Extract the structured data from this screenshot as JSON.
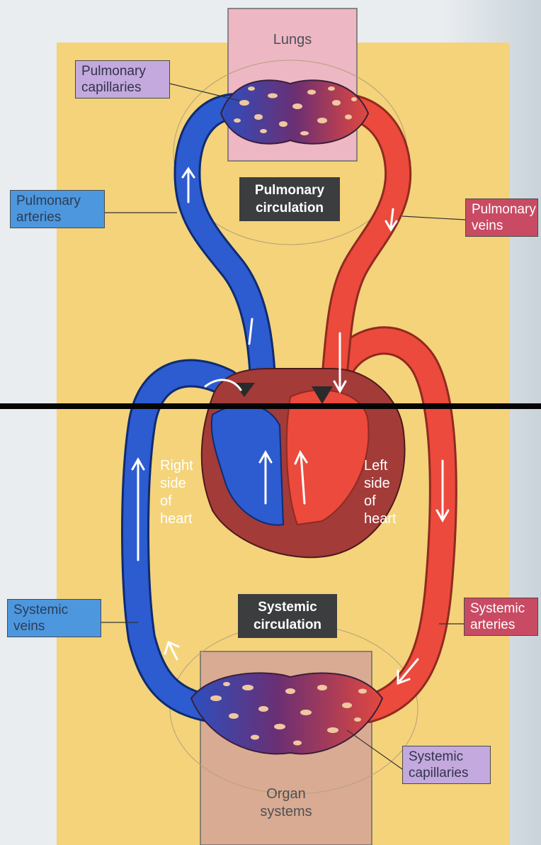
{
  "organs": {
    "top": [
      "Lungs"
    ],
    "bottom": [
      "Organ",
      "systems"
    ]
  },
  "circulations": {
    "pulmonary": [
      "Pulmonary",
      "circulation"
    ],
    "systemic": [
      "Systemic",
      "circulation"
    ]
  },
  "heart_sides": {
    "right": [
      "Right",
      "side",
      "of",
      "heart"
    ],
    "left": [
      "Left",
      "side",
      "of",
      "heart"
    ]
  },
  "labels": {
    "pulmonary_capillaries": [
      "Pulmonary",
      "capillaries"
    ],
    "pulmonary_arteries": [
      "Pulmonary",
      "arteries"
    ],
    "pulmonary_veins": [
      "Pulmonary",
      "veins"
    ],
    "systemic_veins": [
      "Systemic",
      "veins"
    ],
    "systemic_arteries": [
      "Systemic",
      "arteries"
    ],
    "systemic_capillaries": [
      "Systemic",
      "capillaries"
    ]
  },
  "colors": {
    "background_panel": "#f4d37a",
    "deoxygenated_blood": "#2d5bd0",
    "oxygenated_blood": "#ec4a3c",
    "heart_muscle": "#a33b39",
    "lung_box": "#edb7c4",
    "organ_box": "#d9ab92",
    "circulation_label": "#3b3d3f"
  }
}
